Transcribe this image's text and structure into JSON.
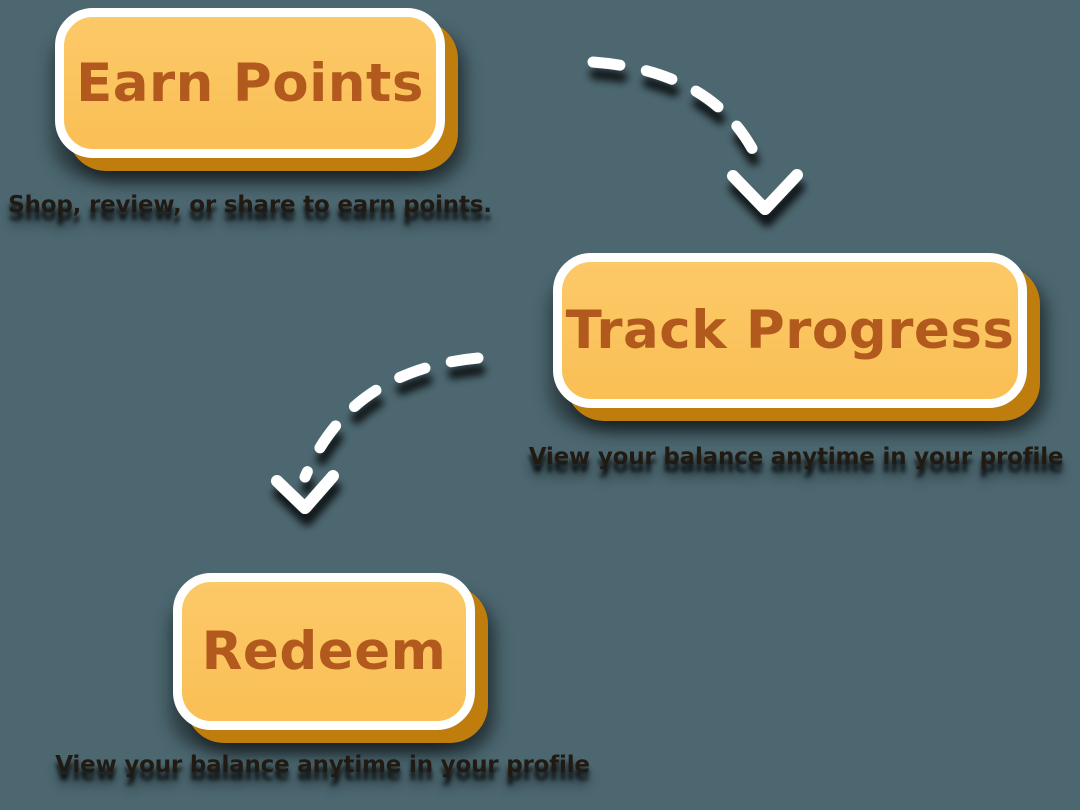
{
  "canvas": {
    "background": "#4C6770"
  },
  "palette": {
    "box_fill": "#FBC45E",
    "box_border": "#FFFFFF",
    "box_offset_shadow": "#BE7D0C",
    "title_color": "#B2591D",
    "caption_color": "#201A12",
    "arrow_color": "#FFFFFF"
  },
  "steps": [
    {
      "label": "Earn Points",
      "caption": "Shop, review, or share to earn points."
    },
    {
      "label": "Track Progress",
      "caption": "View your balance anytime in your profile"
    },
    {
      "label": "Redeem",
      "caption": "View your balance anytime in your profile"
    }
  ],
  "icons": {
    "arrow_1": "dashed-curved-arrow-down-right",
    "arrow_2": "dashed-curved-arrow-down-left"
  }
}
